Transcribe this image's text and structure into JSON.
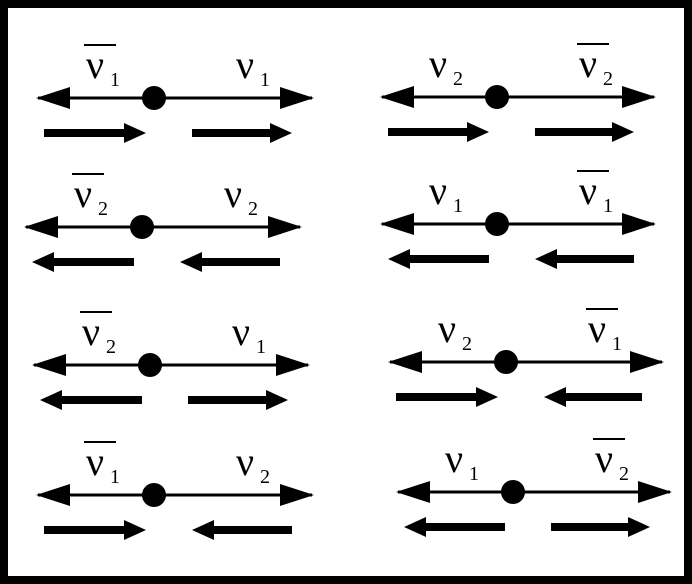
{
  "symbols": {
    "nu": "ν",
    "bar_marker": "overline"
  },
  "panels": [
    {
      "left": {
        "symbol": "ν",
        "subscript": "1",
        "bar": true
      },
      "right": {
        "symbol": "ν",
        "subscript": "1",
        "bar": false
      },
      "spin_left": "right",
      "spin_right": "right"
    },
    {
      "left": {
        "symbol": "ν",
        "subscript": "2",
        "bar": false
      },
      "right": {
        "symbol": "ν",
        "subscript": "2",
        "bar": true
      },
      "spin_left": "right",
      "spin_right": "right"
    },
    {
      "left": {
        "symbol": "ν",
        "subscript": "2",
        "bar": true
      },
      "right": {
        "symbol": "ν",
        "subscript": "2",
        "bar": false
      },
      "spin_left": "left",
      "spin_right": "left"
    },
    {
      "left": {
        "symbol": "ν",
        "subscript": "1",
        "bar": false
      },
      "right": {
        "symbol": "ν",
        "subscript": "1",
        "bar": true
      },
      "spin_left": "left",
      "spin_right": "left"
    },
    {
      "left": {
        "symbol": "ν",
        "subscript": "2",
        "bar": true
      },
      "right": {
        "symbol": "ν",
        "subscript": "1",
        "bar": false
      },
      "spin_left": "left",
      "spin_right": "right"
    },
    {
      "left": {
        "symbol": "ν",
        "subscript": "2",
        "bar": false
      },
      "right": {
        "symbol": "ν",
        "subscript": "1",
        "bar": true
      },
      "spin_left": "right",
      "spin_right": "left"
    },
    {
      "left": {
        "symbol": "ν",
        "subscript": "1",
        "bar": true
      },
      "right": {
        "symbol": "ν",
        "subscript": "2",
        "bar": false
      },
      "spin_left": "right",
      "spin_right": "left"
    },
    {
      "left": {
        "symbol": "ν",
        "subscript": "1",
        "bar": false
      },
      "right": {
        "symbol": "ν",
        "subscript": "2",
        "bar": true
      },
      "spin_left": "left",
      "spin_right": "right"
    }
  ]
}
